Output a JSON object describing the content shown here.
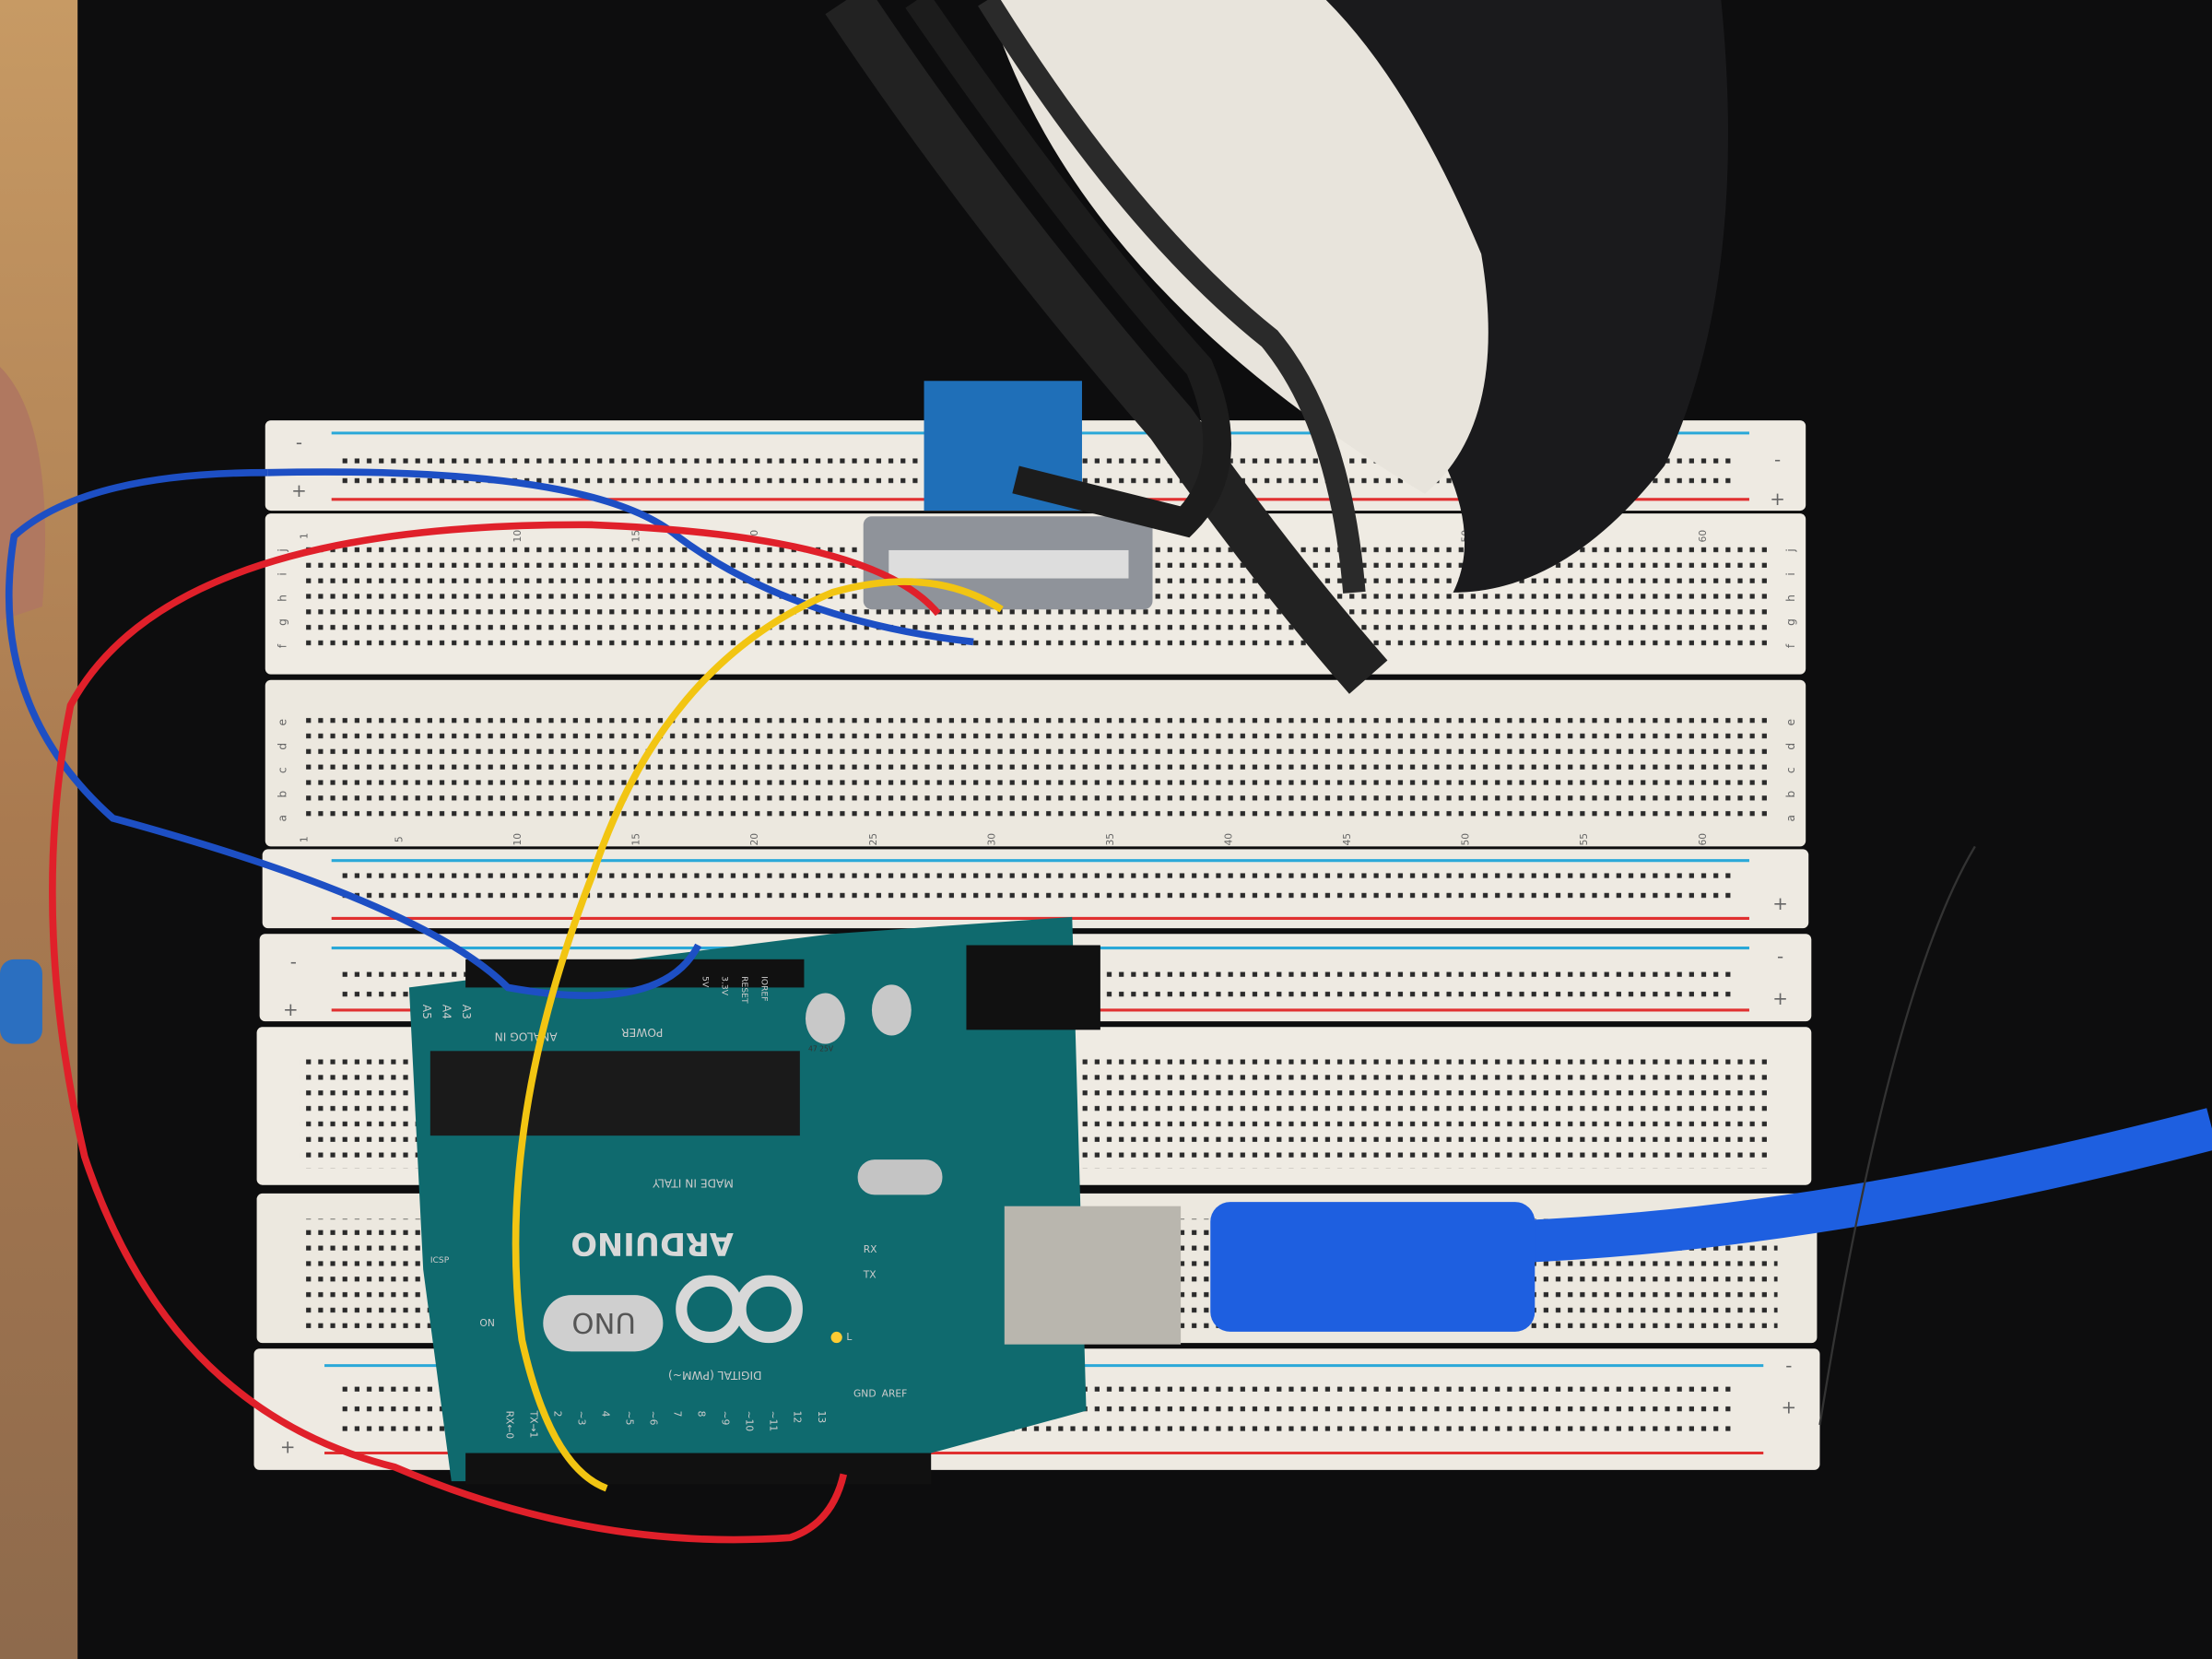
{
  "scene": {
    "colors": {
      "table": "#0d0d0e",
      "breadboard": "#eeeae2",
      "pcb": "#0f6a6e",
      "wire_blue": "#1d4fc4",
      "wire_red": "#e0202a",
      "wire_yellow": "#f2c512",
      "usb_cable": "#1e5fe0",
      "terminal_block": "#1f6fb8"
    },
    "breadboard": {
      "column_numbers": [
        "1",
        "5",
        "10",
        "15",
        "20",
        "25",
        "30",
        "35",
        "40",
        "45",
        "50",
        "55",
        "60"
      ],
      "rows_top": [
        "j",
        "i",
        "h",
        "g",
        "f"
      ],
      "rows_bottom": [
        "e",
        "d",
        "c",
        "b",
        "a"
      ],
      "rail_plus": "+",
      "rail_minus": "-"
    },
    "arduino": {
      "brand": "ARDUINO",
      "model": "UNO",
      "made_in": "MADE IN ITALY",
      "digital_label": "DIGITAL (PWM~)",
      "power_label": "POWER",
      "analog_label": "ANALOG IN",
      "power_pins": [
        "IOREF",
        "RESET",
        "3.3V",
        "5V"
      ],
      "analog_pins": [
        "A5",
        "A4",
        "A3"
      ],
      "digital_pins": [
        "13",
        "12",
        "~11",
        "~10",
        "~9",
        "8",
        "7",
        "~6",
        "~5",
        "4",
        "~3",
        "2",
        "TX→1",
        "RX←0"
      ],
      "gnd": "GND",
      "aref": "AREF",
      "rx": "RX",
      "tx": "TX",
      "on": "ON",
      "l": "L",
      "icsp": "ICSP",
      "capacitor": "47 25V",
      "led_on_color": "#ffcc33"
    }
  }
}
